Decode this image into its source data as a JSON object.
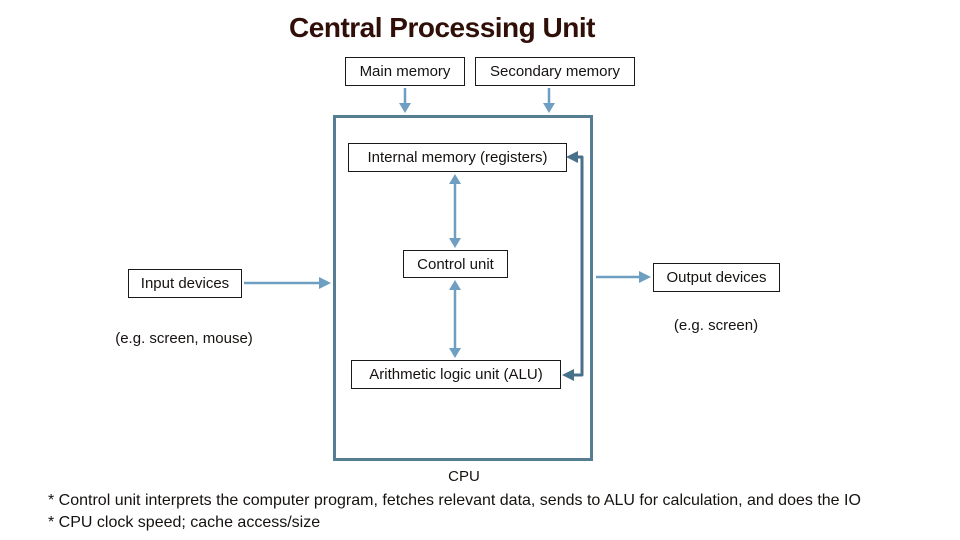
{
  "title": "Central Processing Unit",
  "palette": {
    "background": "#ffffff",
    "title_color": "#2f0f08",
    "text_color": "#151210",
    "box_border": "#1a1a1a",
    "cpu_box_border": "#567d92",
    "arrow_blue": "#6f9fc0",
    "connector_dark": "#47718a"
  },
  "diagram": {
    "boxes": {
      "main_memory": "Main memory",
      "secondary_memory": "Secondary memory",
      "internal_memory": "Internal memory (registers)",
      "control_unit": "Control unit",
      "alu": "Arithmetic logic unit (ALU)",
      "input_devices": "Input devices",
      "output_devices": "Output devices"
    },
    "captions": {
      "input_example": "(e.g. screen, mouse)",
      "output_example": "(e.g. screen)",
      "cpu_label": "CPU"
    }
  },
  "notes": [
    "* Control unit interprets the computer program, fetches relevant data, sends to ALU for calculation, and does the IO",
    "* CPU clock speed; cache access/size"
  ]
}
